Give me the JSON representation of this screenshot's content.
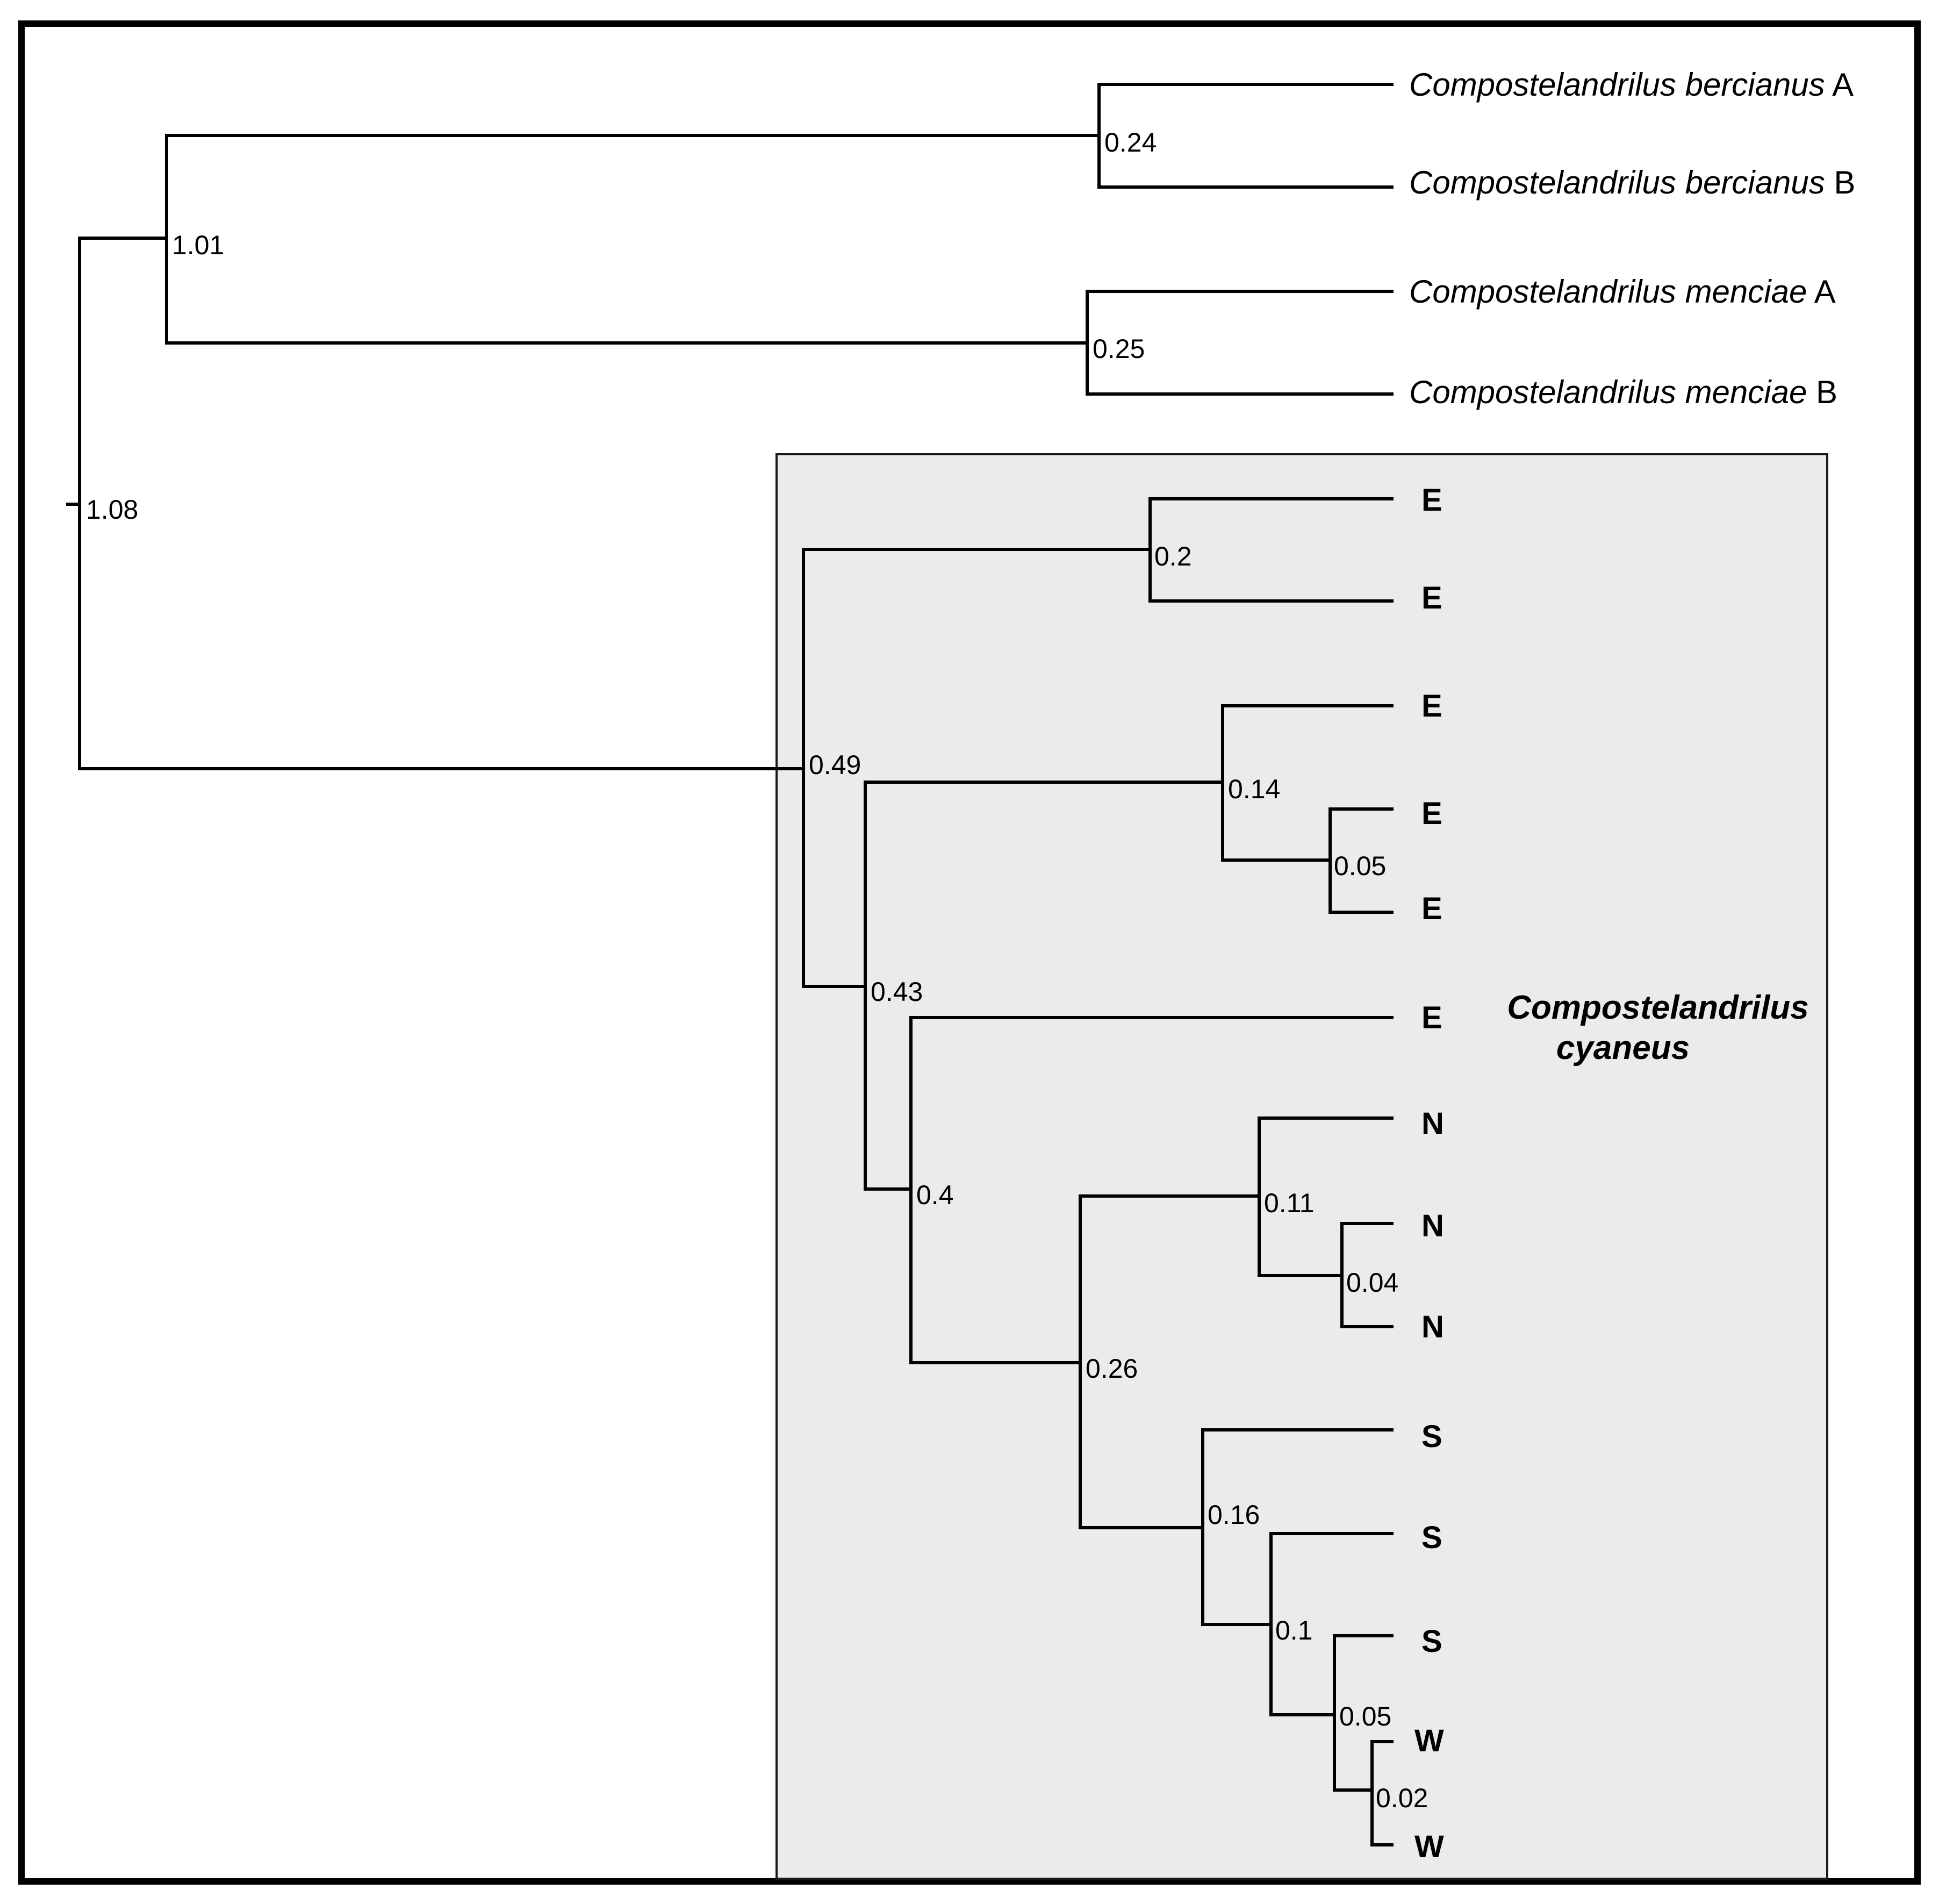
{
  "tree": {
    "outgroup_taxa": [
      {
        "genus": "Compostelandrilus",
        "epithet": "bercianus",
        "suffix": "A"
      },
      {
        "genus": "Compostelandrilus",
        "epithet": "bercianus",
        "suffix": "B"
      },
      {
        "genus": "Compostelandrilus",
        "epithet": "menciae",
        "suffix": "A"
      },
      {
        "genus": "Compostelandrilus",
        "epithet": "menciae",
        "suffix": "B"
      }
    ],
    "clade_taxa": [
      "E",
      "E",
      "E",
      "E",
      "E",
      "E",
      "N",
      "N",
      "N",
      "S",
      "S",
      "S",
      "W",
      "W"
    ],
    "clade_label": {
      "line1": "Compostelandrilus",
      "line2": "cyaneus"
    },
    "node_supports": {
      "root": "1.08",
      "outgroup": "1.01",
      "bercianus": "0.24",
      "menciae": "0.25",
      "cyaneus": "0.49",
      "e_pair": "0.2",
      "inner": "0.43",
      "e_triplet": "0.14",
      "e_sub": "0.05",
      "e_rest": "0.4",
      "ns": "0.26",
      "n_group": "0.11",
      "n_sub": "0.04",
      "s_group": "0.16",
      "s_sub": "0.1",
      "sw": "0.05",
      "w_pair": "0.02"
    }
  },
  "colors": {
    "panel_fill": "#ebebeb",
    "line": "#000000",
    "background": "#ffffff"
  }
}
